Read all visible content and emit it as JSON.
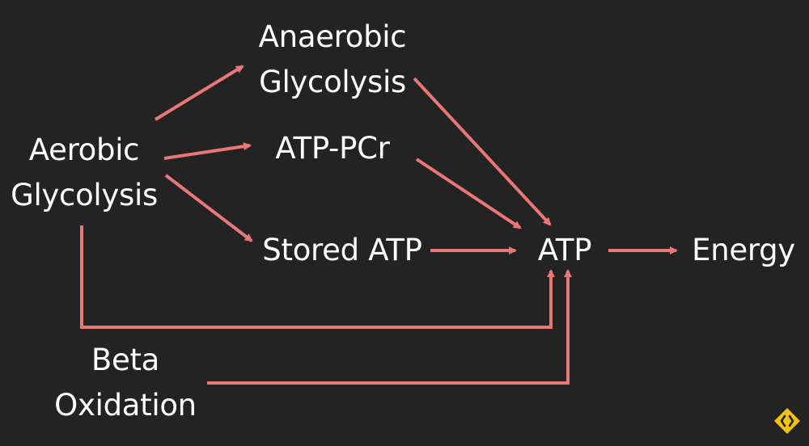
{
  "nodes": {
    "aerobic_glycolysis": [
      "Aerobic",
      "Glycolysis"
    ],
    "anaerobic_glycolysis": [
      "Anaerobic",
      "Glycolysis"
    ],
    "atp_pcr": "ATP-PCr",
    "stored_atp": "Stored ATP",
    "atp": "ATP",
    "energy": "Energy",
    "beta_oxidation": [
      "Beta",
      "Oxidation"
    ]
  },
  "edges": [
    {
      "from": "Aerobic Glycolysis",
      "to": "Anaerobic Glycolysis"
    },
    {
      "from": "Aerobic Glycolysis",
      "to": "ATP-PCr"
    },
    {
      "from": "Aerobic Glycolysis",
      "to": "Stored ATP"
    },
    {
      "from": "Aerobic Glycolysis",
      "to": "ATP"
    },
    {
      "from": "Anaerobic Glycolysis",
      "to": "ATP"
    },
    {
      "from": "ATP-PCr",
      "to": "ATP"
    },
    {
      "from": "Stored ATP",
      "to": "ATP"
    },
    {
      "from": "Beta Oxidation",
      "to": "ATP"
    },
    {
      "from": "ATP",
      "to": "Energy"
    }
  ],
  "colors": {
    "background": "#232323",
    "text": "#ffffff",
    "arrow": "#ea7777",
    "logo": "#f4c20d"
  },
  "icons": {
    "corner_logo": "diamond-logo-icon"
  }
}
